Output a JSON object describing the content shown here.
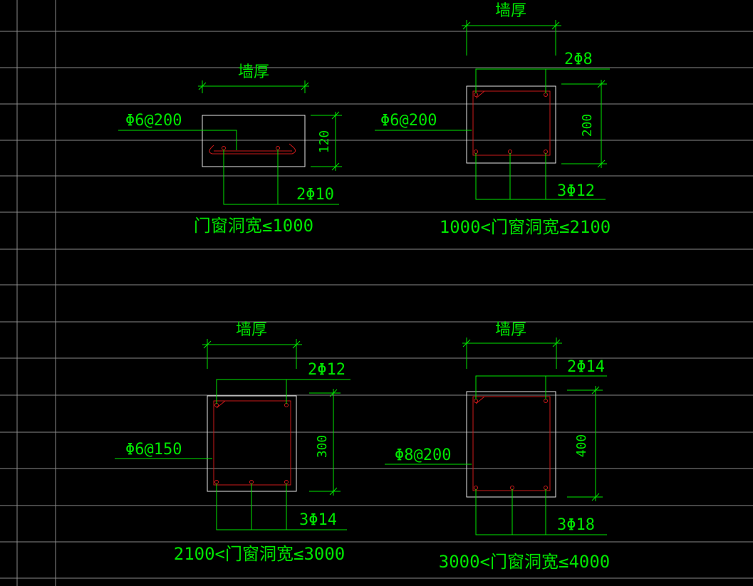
{
  "colors": {
    "background": "#000000",
    "grid": "#8a8a8a",
    "dimension": "#00e600",
    "section_outline": "#e6e6e6",
    "rebar": "#cc1a1a"
  },
  "details": [
    {
      "id": "d1",
      "wall_label": "墙厚",
      "stirrup_label": "Φ6@200",
      "top_rebar_label": "",
      "bottom_rebar_label": "2Φ10",
      "height_label": "120",
      "caption": "门窗洞宽≤1000"
    },
    {
      "id": "d2",
      "wall_label": "墙厚",
      "stirrup_label": "Φ6@200",
      "top_rebar_label": "2Φ8",
      "bottom_rebar_label": "3Φ12",
      "height_label": "200",
      "caption": "1000<门窗洞宽≤2100"
    },
    {
      "id": "d3",
      "wall_label": "墙厚",
      "stirrup_label": "Φ6@150",
      "top_rebar_label": "2Φ12",
      "bottom_rebar_label": "3Φ14",
      "height_label": "300",
      "caption": "2100<门窗洞宽≤3000"
    },
    {
      "id": "d4",
      "wall_label": "墙厚",
      "stirrup_label": "Φ8@200",
      "top_rebar_label": "2Φ14",
      "bottom_rebar_label": "3Φ18",
      "height_label": "400",
      "caption": "3000<门窗洞宽≤4000"
    }
  ]
}
